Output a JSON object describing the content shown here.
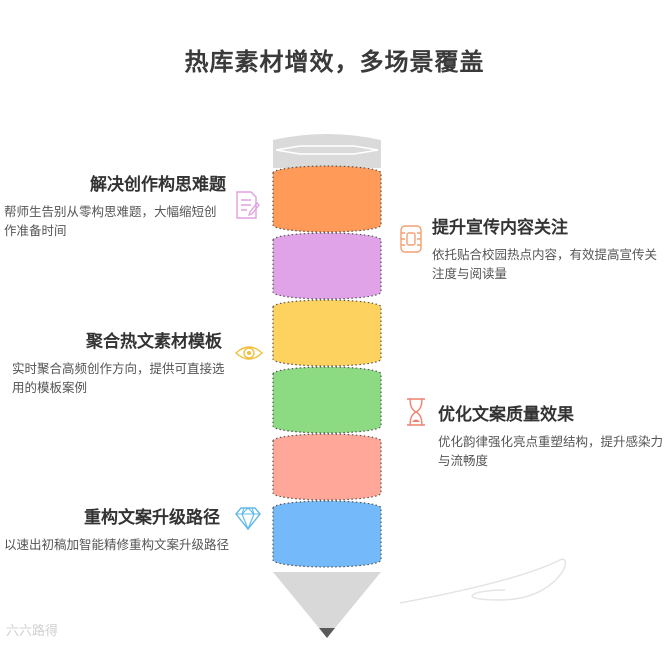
{
  "title": "热库素材增效，多场景覆盖",
  "items": [
    {
      "heading": "解决创作构思难题",
      "description": "帮师生告别从零构思难题，大幅缩短创作准备时间",
      "color": "#ff9a59",
      "icon": "document-icon"
    },
    {
      "heading": "提升宣传内容关注",
      "description": "依托贴合校园热点内容，有效提高宣传关注度与阅读量",
      "color": "#e0a3e8",
      "icon": "film-icon"
    },
    {
      "heading": "聚合热文素材模板",
      "description": "实时聚合高频创作方向，提供可直接选用的模板案例",
      "color": "#fdd25e",
      "icon": "eye-icon"
    },
    {
      "heading": "优化文案质量效果",
      "description": "优化韵律强化亮点重塑结构，提升感染力与流畅度",
      "color": "#8cda81",
      "icon": "hourglass-icon"
    },
    {
      "heading": "重构文案升级路径",
      "description": "以速出初稿加智能精修重构文案升级路径",
      "color": "#ffa899",
      "icon": "diamond-icon"
    },
    {
      "heading": "",
      "description": "",
      "color": "#74b9f9",
      "icon": ""
    }
  ],
  "watermark": "六六路得",
  "pencil_colors": {
    "cap": "#dadada",
    "tip": "#d8d8d8",
    "lead": "#5a5a5a",
    "dots": "#555555"
  }
}
